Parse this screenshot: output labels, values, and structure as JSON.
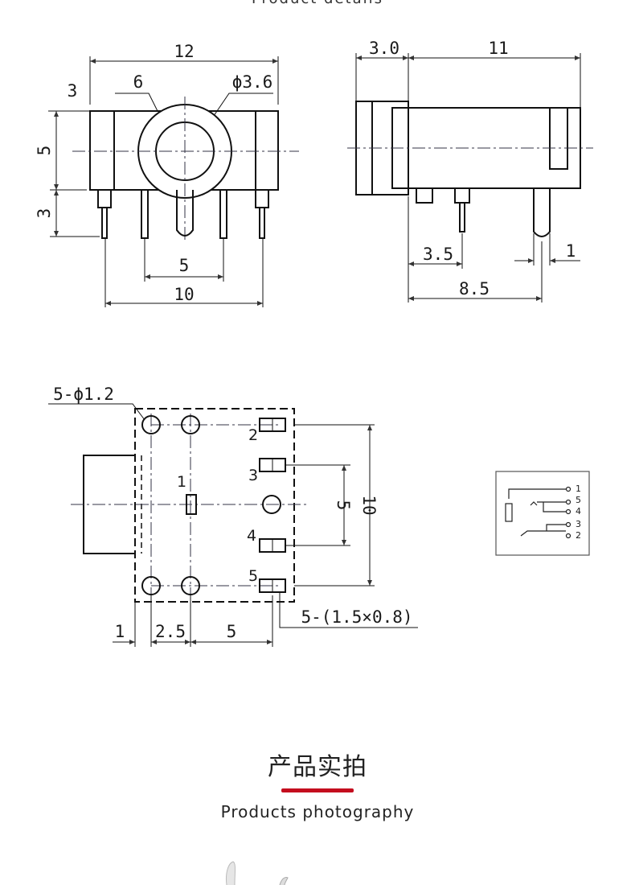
{
  "header": {
    "title": "Product details"
  },
  "front_view": {
    "width": "12",
    "left_margin": "3",
    "ring_label": "6",
    "hole_label": "ϕ3.6",
    "height_upper": "5",
    "height_lower": "3",
    "center_pin_spacing": "5",
    "outer_pin_spacing": "10"
  },
  "side_view": {
    "front_depth": "3.0",
    "body_length": "11",
    "pin_offset": "3.5",
    "pin_width": "1",
    "rear_pin_offset": "8.5"
  },
  "footprint": {
    "mount_holes": "5-ϕ1.2",
    "pad_spec": "5-(1.5×0.8)",
    "pin_labels": [
      "1",
      "2",
      "3",
      "4",
      "5"
    ],
    "inner_spacing": "5",
    "outer_spacing": "10",
    "edge_offset": "1",
    "hole_pitch": "2.5",
    "pad_offset": "5"
  },
  "schematic": {
    "terminals": [
      "1",
      "5",
      "4",
      "3",
      "2"
    ]
  },
  "section": {
    "title": "产品实拍",
    "subtitle": "Products photography",
    "accent": "#c40d1e"
  }
}
